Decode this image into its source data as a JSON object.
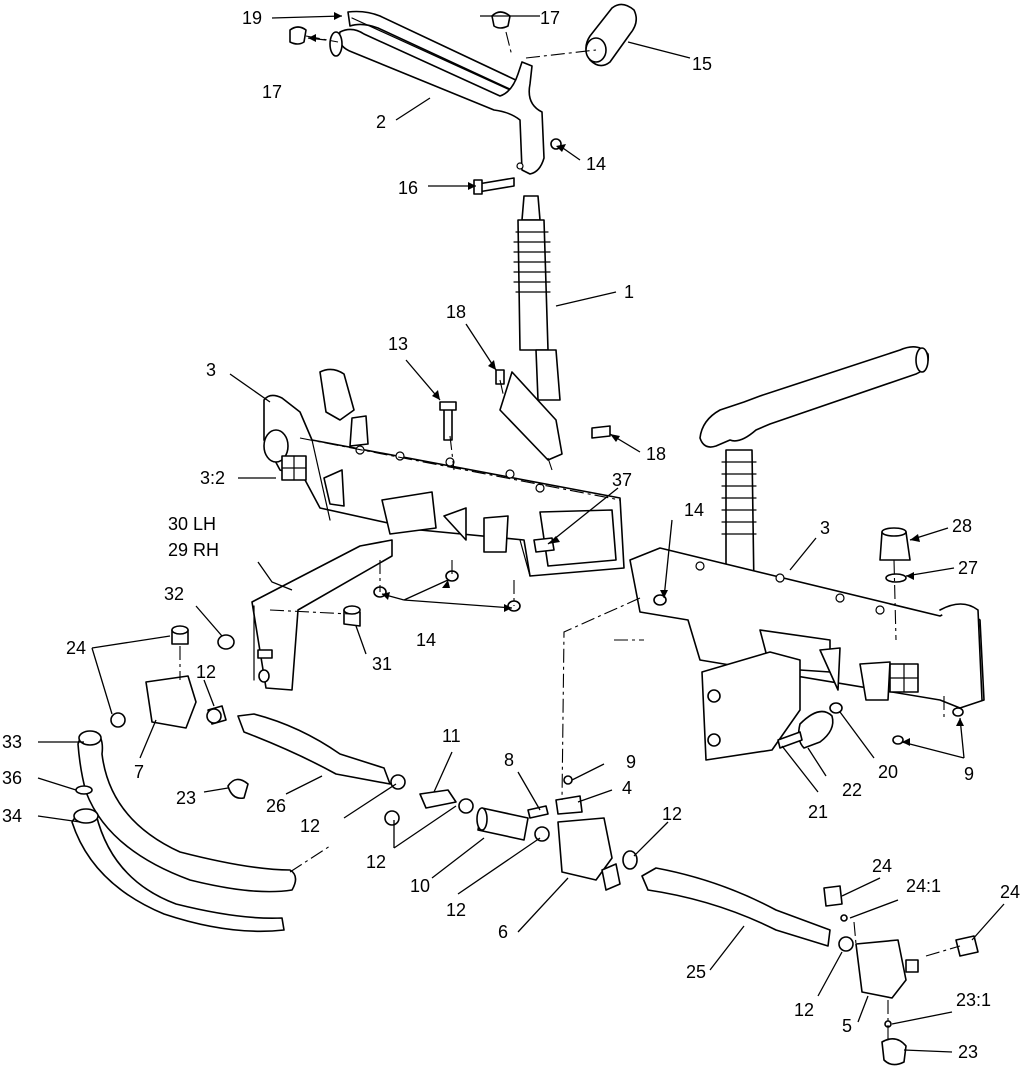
{
  "diagram": {
    "callouts": [
      {
        "id": "c1",
        "text": "1"
      },
      {
        "id": "c2",
        "text": "2"
      },
      {
        "id": "c3a",
        "text": "3"
      },
      {
        "id": "c3b",
        "text": "3"
      },
      {
        "id": "c3_2",
        "text": "3:2"
      },
      {
        "id": "c4",
        "text": "4"
      },
      {
        "id": "c5",
        "text": "5"
      },
      {
        "id": "c6",
        "text": "6"
      },
      {
        "id": "c7",
        "text": "7"
      },
      {
        "id": "c8",
        "text": "8"
      },
      {
        "id": "c9a",
        "text": "9"
      },
      {
        "id": "c9b",
        "text": "9"
      },
      {
        "id": "c10",
        "text": "10"
      },
      {
        "id": "c11",
        "text": "11"
      },
      {
        "id": "c12a",
        "text": "12"
      },
      {
        "id": "c12b",
        "text": "12"
      },
      {
        "id": "c12c",
        "text": "12"
      },
      {
        "id": "c12d",
        "text": "12"
      },
      {
        "id": "c12e",
        "text": "12"
      },
      {
        "id": "c12f",
        "text": "12"
      },
      {
        "id": "c13",
        "text": "13"
      },
      {
        "id": "c14a",
        "text": "14"
      },
      {
        "id": "c14b",
        "text": "14"
      },
      {
        "id": "c14c",
        "text": "14"
      },
      {
        "id": "c15",
        "text": "15"
      },
      {
        "id": "c16",
        "text": "16"
      },
      {
        "id": "c17a",
        "text": "17"
      },
      {
        "id": "c17b",
        "text": "17"
      },
      {
        "id": "c18a",
        "text": "18"
      },
      {
        "id": "c18b",
        "text": "18"
      },
      {
        "id": "c19",
        "text": "19"
      },
      {
        "id": "c20",
        "text": "20"
      },
      {
        "id": "c21",
        "text": "21"
      },
      {
        "id": "c22",
        "text": "22"
      },
      {
        "id": "c23a",
        "text": "23"
      },
      {
        "id": "c23b",
        "text": "23"
      },
      {
        "id": "c23_1",
        "text": "23:1"
      },
      {
        "id": "c24a",
        "text": "24"
      },
      {
        "id": "c24b",
        "text": "24"
      },
      {
        "id": "c24c",
        "text": "24"
      },
      {
        "id": "c24_1",
        "text": "24:1"
      },
      {
        "id": "c25",
        "text": "25"
      },
      {
        "id": "c26",
        "text": "26"
      },
      {
        "id": "c27",
        "text": "27"
      },
      {
        "id": "c28",
        "text": "28"
      },
      {
        "id": "c30",
        "text": "30  LH"
      },
      {
        "id": "c29",
        "text": "29  RH"
      },
      {
        "id": "c31",
        "text": "31"
      },
      {
        "id": "c32",
        "text": "32"
      },
      {
        "id": "c33",
        "text": "33"
      },
      {
        "id": "c34",
        "text": "34"
      },
      {
        "id": "c36",
        "text": "36"
      },
      {
        "id": "c37",
        "text": "37"
      }
    ]
  }
}
